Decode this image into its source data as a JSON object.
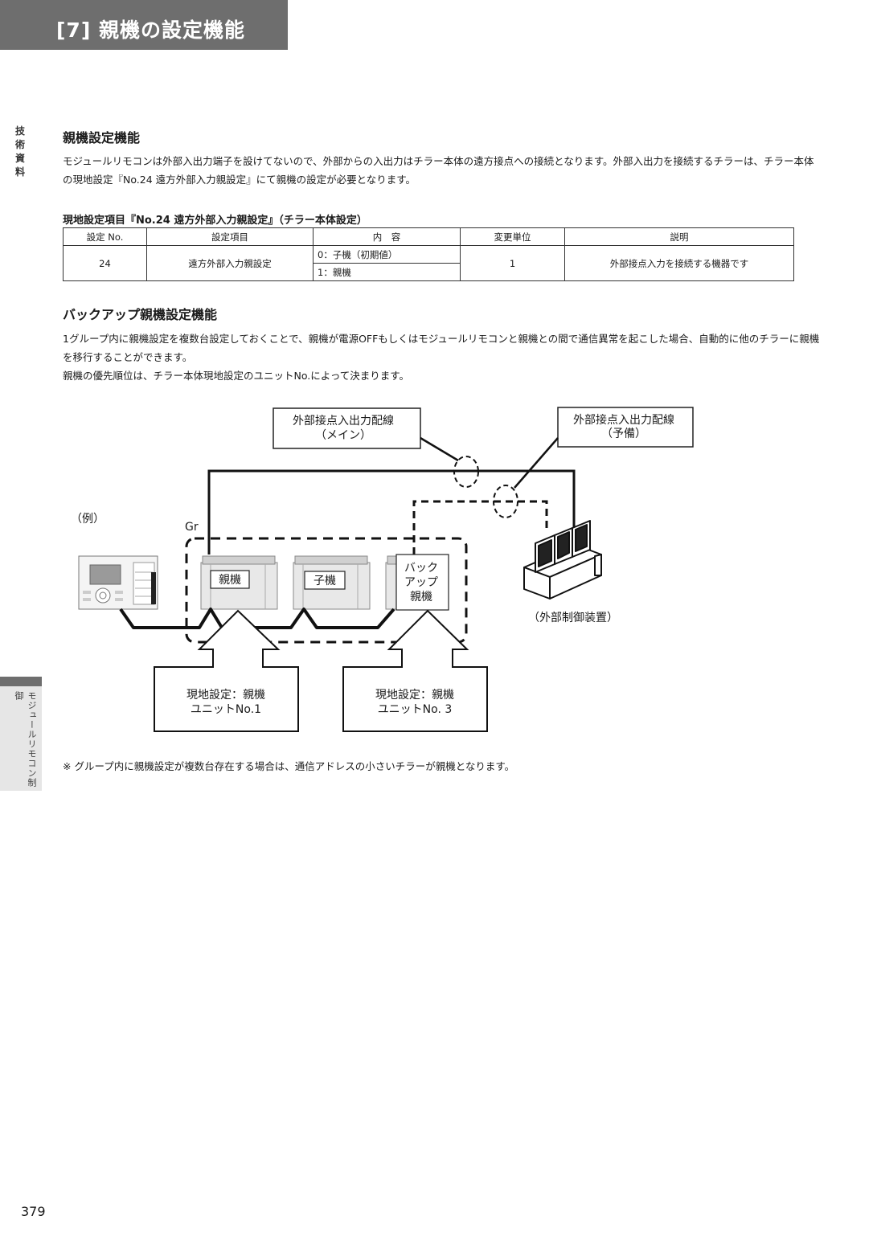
{
  "header": {
    "title": "[7] 親機の設定機能"
  },
  "side": {
    "top_label": "技\n術\n資\n料",
    "tab_label": "モジュールリモコン制御"
  },
  "section1": {
    "heading": "親機設定機能",
    "body": "モジュールリモコンは外部入出力端子を設けてないので、外部からの入出力はチラー本体の遠方接点への接続となります。外部入出力を接続するチラーは、チラー本体の現地設定『No.24 遠方外部入力親設定』にて親機の設定が必要となります。"
  },
  "table": {
    "title": "現地設定項目『No.24 遠方外部入力親設定』（チラー本体設定）",
    "headers": [
      "設定 No.",
      "設定項目",
      "内　容",
      "変更単位",
      "説明"
    ],
    "row": {
      "no": "24",
      "item": "遠方外部入力親設定",
      "content_0": "0：子機（初期値）",
      "content_1": "1：親機",
      "unit": "1",
      "desc": "外部接点入力を接続する機器です"
    }
  },
  "section2": {
    "heading": "バックアップ親機設定機能",
    "body1": "1グループ内に親機設定を複数台設定しておくことで、親機が電源OFFもしくはモジュールリモコンと親機との間で通信異常を起こした場合、自動的に他のチラーに親機を移行することができます。",
    "body2": "親機の優先順位は、チラー本体現地設定のユニットNo.によって決まります。"
  },
  "diagram": {
    "box_main_l1": "外部接点入出力配線",
    "box_main_l2": "（メイン）",
    "box_backup_l1": "外部接点入出力配線",
    "box_backup_l2": "（予備）",
    "example": "（例）",
    "group": "Gr",
    "unit_master": "親機",
    "unit_slave": "子機",
    "unit_backup_l1": "バック",
    "unit_backup_l2": "アップ",
    "unit_backup_l3": "親機",
    "ext_device": "（外部制御装置）",
    "arrow1_l1": "現地設定：親機",
    "arrow1_l2": "ユニットNo.1",
    "arrow2_l1": "現地設定：親機",
    "arrow2_l2": "ユニットNo. 3"
  },
  "note": "※ グループ内に親機設定が複数台存在する場合は、通信アドレスの小さいチラーが親機となります。",
  "page_number": "379"
}
